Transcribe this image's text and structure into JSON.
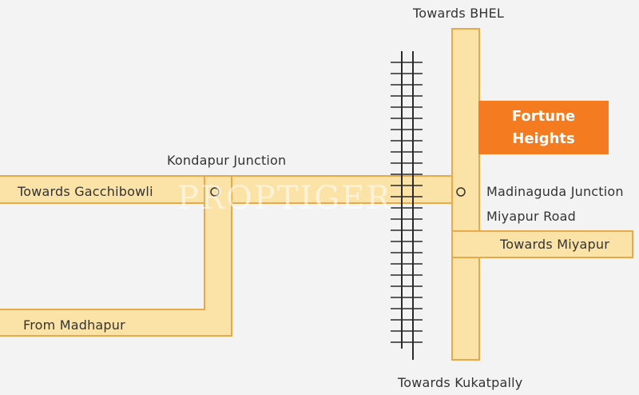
{
  "map": {
    "highlight": {
      "line1": "Fortune",
      "line2": "Heights"
    },
    "labels": {
      "towards_bhel": "Towards BHEL",
      "kondapur_junction": "Kondapur Junction",
      "towards_gacchibowli": "Towards Gacchibowli",
      "madinaguda_junction": "Madinaguda Junction",
      "miyapur_road": "Miyapur Road",
      "towards_miyapur": "Towards Miyapur",
      "from_madhapur": "From Madhapur",
      "towards_kukatpally": "Towards Kukatpally"
    },
    "watermark": "PROPTIGER",
    "colors": {
      "road_fill": "#fbe3a7",
      "road_border": "#e8a94b",
      "highlight": "#f47b20",
      "background": "#f3f3f3"
    }
  }
}
